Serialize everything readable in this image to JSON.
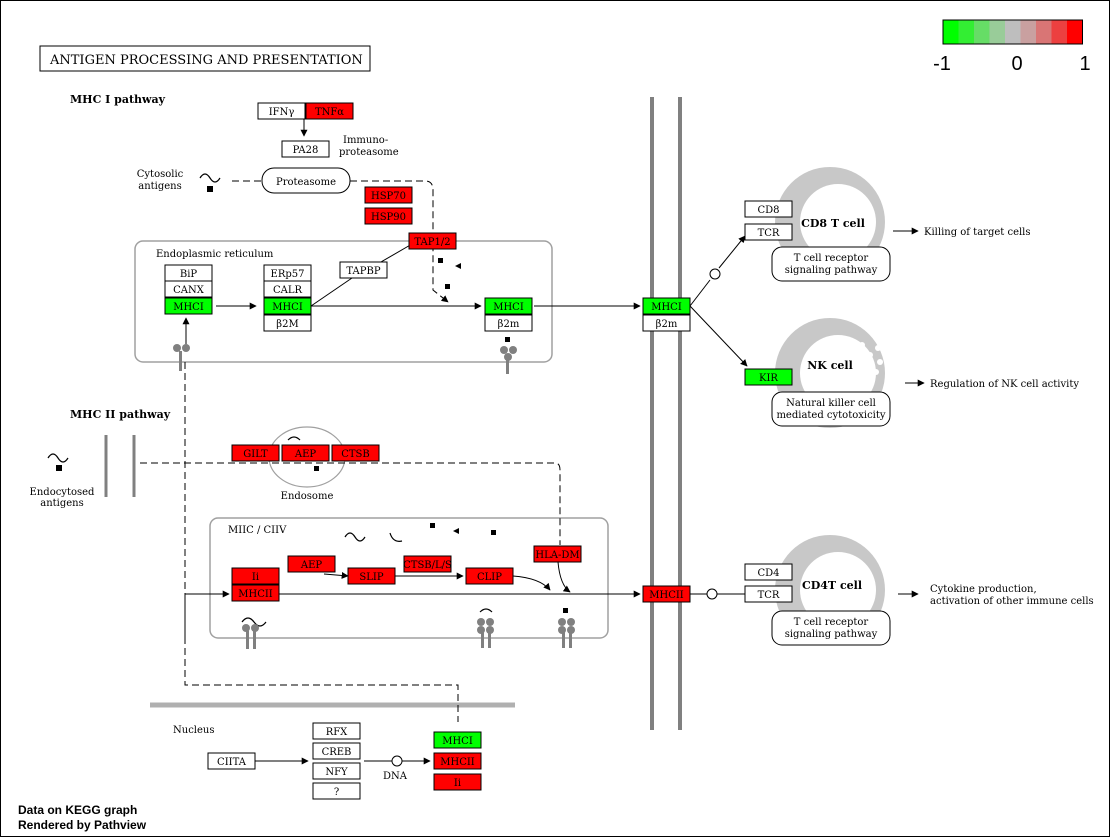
{
  "title": "ANTIGEN PROCESSING AND PRESENTATION",
  "legend": {
    "min_label": "-1",
    "mid_label": "0",
    "max_label": "1",
    "colors": [
      "#00ff00",
      "#33ee33",
      "#66dd66",
      "#99cc99",
      "#bebebe",
      "#c9a0a0",
      "#d97575",
      "#ec4040",
      "#ff0000"
    ]
  },
  "palette": {
    "up": "#ff0000",
    "down": "#00ff00",
    "none": "#ffffff",
    "membrane": "#808080"
  },
  "sections": {
    "mhc1_pathway": "MHC I pathway",
    "mhc2_pathway": "MHC II pathway",
    "cytosolic_antigens": [
      "Cytosolic",
      "antigens"
    ],
    "immunoproteasome": [
      "Immuno-",
      "proteasome"
    ],
    "er": "Endoplasmic reticulum",
    "endosome": "Endosome",
    "endocytosed_antigens": [
      "Endocytosed",
      "antigens"
    ],
    "miic": "MIIC / CIIV",
    "nucleus": "Nucleus",
    "dna": "DNA"
  },
  "nodes": {
    "ifng": {
      "label": "IFNγ",
      "status": "none"
    },
    "tnfa": {
      "label": "TNFα",
      "status": "up"
    },
    "pa28": {
      "label": "PA28",
      "status": "none"
    },
    "proteasome": {
      "label": "Proteasome",
      "status": "none"
    },
    "hsp70": {
      "label": "HSP70",
      "status": "up"
    },
    "hsp90": {
      "label": "HSP90",
      "status": "up"
    },
    "tap": {
      "label": "TAP1/2",
      "status": "up"
    },
    "tapbp": {
      "label": "TAPBP",
      "status": "none"
    },
    "bip": {
      "label": "BiP",
      "status": "none"
    },
    "canx": {
      "label": "CANX",
      "status": "none"
    },
    "mhci_er1": {
      "label": "MHCI",
      "status": "down"
    },
    "erp57": {
      "label": "ERp57",
      "status": "none"
    },
    "calr": {
      "label": "CALR",
      "status": "none"
    },
    "mhci_er2": {
      "label": "MHCI",
      "status": "down"
    },
    "b2m_er2": {
      "label": "β2M",
      "status": "none"
    },
    "mhci_er3": {
      "label": "MHCI",
      "status": "down"
    },
    "b2m_er3": {
      "label": "β2m",
      "status": "none"
    },
    "mhci_mem": {
      "label": "MHCI",
      "status": "down"
    },
    "b2m_mem": {
      "label": "β2m",
      "status": "none"
    },
    "gilt": {
      "label": "GILT",
      "status": "up"
    },
    "aep_endo": {
      "label": "AEP",
      "status": "up"
    },
    "ctsb": {
      "label": "CTSB",
      "status": "up"
    },
    "ii": {
      "label": "Ii",
      "status": "up"
    },
    "mhcii_miic": {
      "label": "MHCII",
      "status": "up"
    },
    "aep_miic": {
      "label": "AEP",
      "status": "up"
    },
    "slip": {
      "label": "SLIP",
      "status": "up"
    },
    "ctsbls": {
      "label": "CTSB/L/S",
      "status": "up"
    },
    "clip": {
      "label": "CLIP",
      "status": "up"
    },
    "hladm": {
      "label": "HLA-DM",
      "status": "up"
    },
    "mhcii_mem": {
      "label": "MHCII",
      "status": "up"
    },
    "rfx": {
      "label": "RFX",
      "status": "none"
    },
    "creb": {
      "label": "CREB",
      "status": "none"
    },
    "nfy": {
      "label": "NFY",
      "status": "none"
    },
    "q": {
      "label": "?",
      "status": "none"
    },
    "ciita": {
      "label": "CIITA",
      "status": "none"
    },
    "mhci_nuc": {
      "label": "MHCI",
      "status": "down"
    },
    "mhcii_nuc": {
      "label": "MHCII",
      "status": "up"
    },
    "ii_nuc": {
      "label": "Ii",
      "status": "up"
    },
    "cd8": {
      "label": "CD8",
      "status": "none"
    },
    "tcr1": {
      "label": "TCR",
      "status": "none"
    },
    "kir": {
      "label": "KIR",
      "status": "down"
    },
    "cd4": {
      "label": "CD4",
      "status": "none"
    },
    "tcr2": {
      "label": "TCR",
      "status": "none"
    }
  },
  "cells": {
    "cd8": {
      "name": "CD8 T cell",
      "pathway": [
        "T cell receptor",
        "signaling pathway"
      ],
      "outcome": "Killing of target cells"
    },
    "nk": {
      "name": "NK cell",
      "pathway": [
        "Natural killer cell",
        "mediated cytotoxicity"
      ],
      "outcome": "Regulation of NK cell activity"
    },
    "cd4": {
      "name": "CD4T cell",
      "pathway": [
        "T cell receptor",
        "signaling pathway"
      ],
      "outcome": [
        "Cytokine production,",
        "activation of other immune cells"
      ]
    }
  },
  "footer": {
    "line1": "Data on KEGG graph",
    "line2": "Rendered by Pathview"
  }
}
